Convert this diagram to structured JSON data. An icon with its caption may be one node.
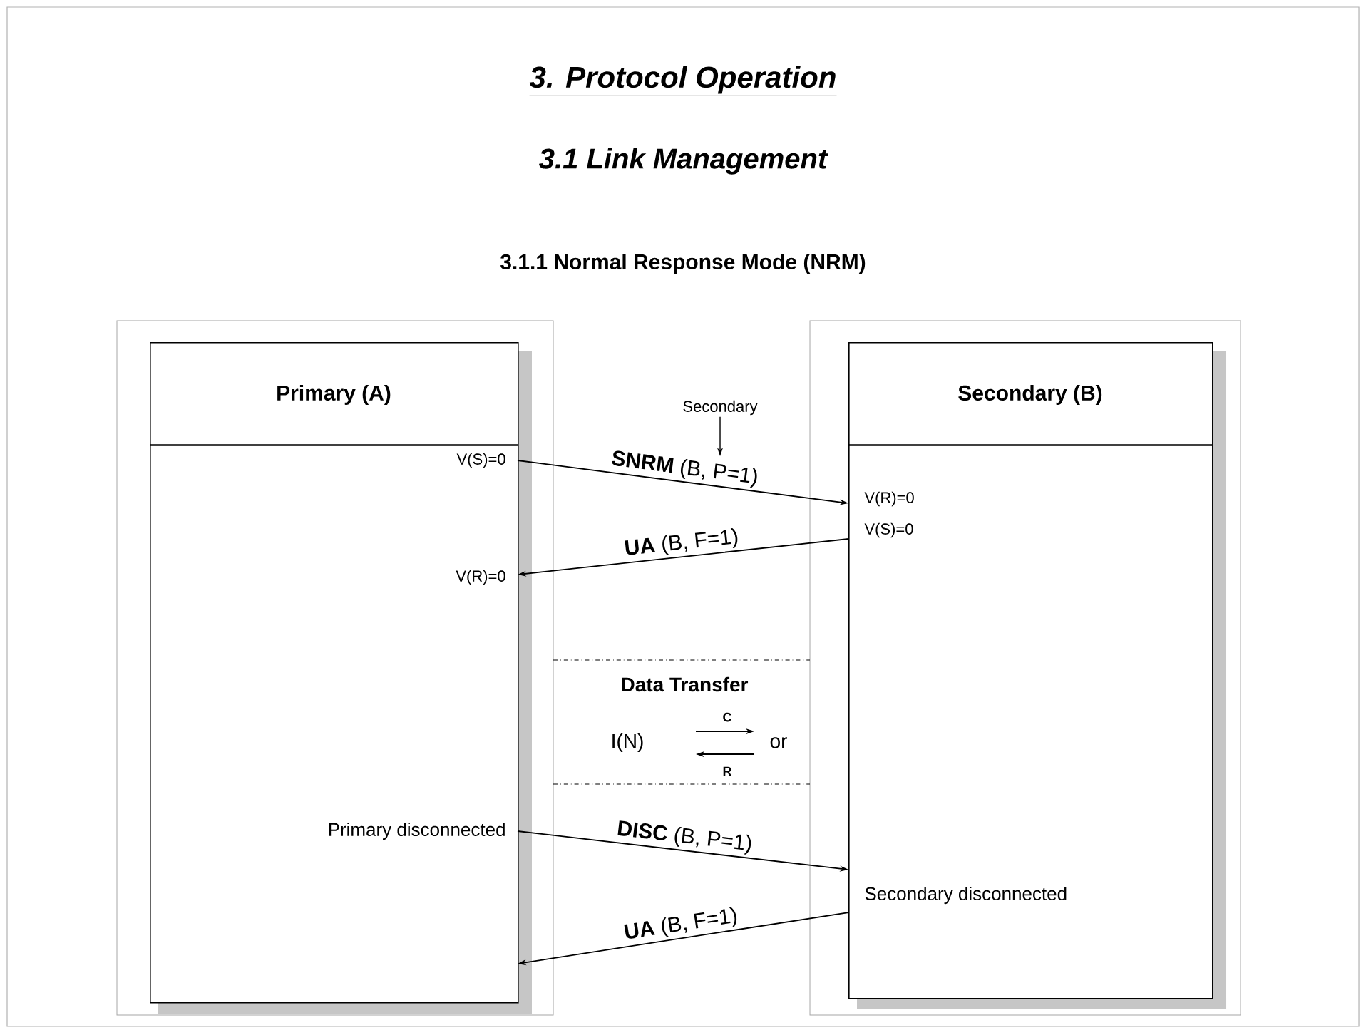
{
  "diagram": {
    "title": "3. Protocol Operation",
    "nodes": [
      {
        "text": [
          "Primary (A)"
        ]
      },
      {
        "text": [
          "Secondary (B)"
        ]
      },
      {
        "text": [
          "Secondary"
        ]
      }
    ],
    "edges": [
      {
        "from": 0,
        "to": 1,
        "arrow": "to",
        "label": "**SNRM** (B, P=1)"
      },
      {
        "from": 1,
        "to": 0,
        "arrow": "to",
        "label": "**UA** (B, F=1)"
      },
      {
        "from": 0,
        "to": 1,
        "arrow": "to",
        "label": "**DISC** (B, P=1)"
      },
      {
        "from": 1,
        "to": 0,
        "arrow": "to",
        "label": "**UA** (B, F=1)"
      },
      {
        "from": 2,
        "to": null,
        "arrow": "to"
      }
    ],
    "labels": [
      "3.1 Link Management",
      "3.1.1 Normal Response Mode (NRM)",
      "V(S)=0",
      "V(R)=0",
      "V(S)=0",
      "V(R)=0",
      "Data Transfer",
      "C",
      "I(N)",
      "or",
      "R",
      "Primary disconnected",
      "Secondary disconnected"
    ]
  }
}
